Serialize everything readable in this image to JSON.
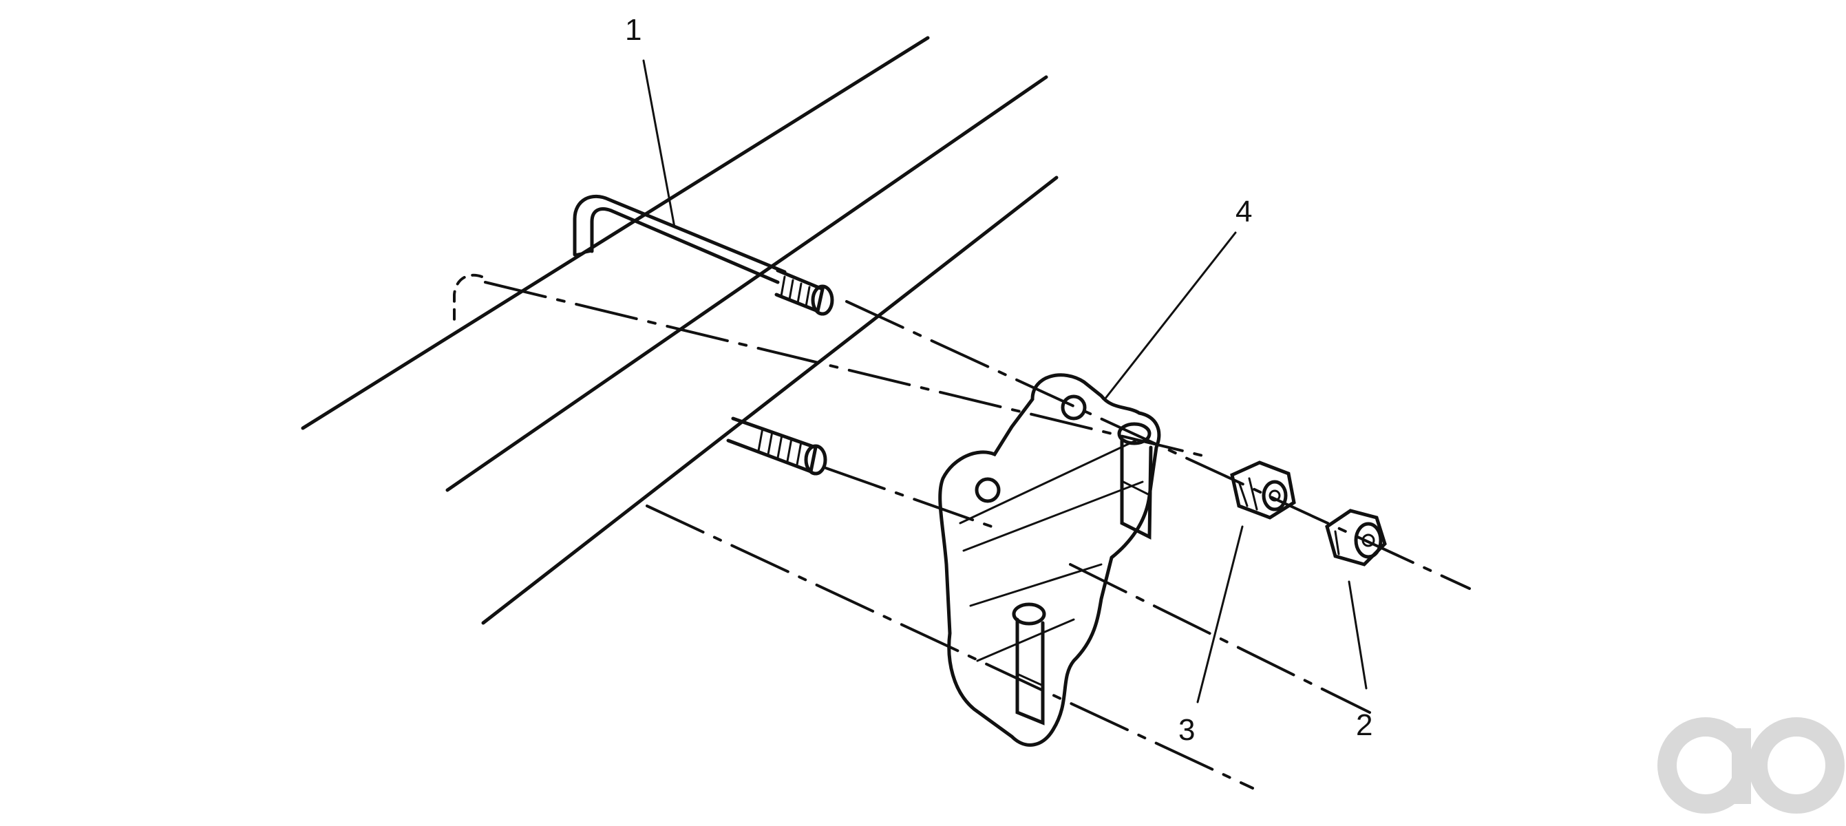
{
  "callouts": [
    {
      "id": "1",
      "label": "1"
    },
    {
      "id": "2",
      "label": "2"
    },
    {
      "id": "3",
      "label": "3"
    },
    {
      "id": "4",
      "label": "4"
    }
  ],
  "parts": [
    {
      "id": "1",
      "icon": "u-bolt"
    },
    {
      "id": "2",
      "icon": "hex-nut"
    },
    {
      "id": "3",
      "icon": "spacer-nut"
    },
    {
      "id": "4",
      "icon": "mounting-bracket"
    }
  ],
  "watermark": {
    "icon": "logo-watermark",
    "color": "#d9d9d9"
  },
  "colors": {
    "line": "#111111",
    "background": "#ffffff"
  }
}
